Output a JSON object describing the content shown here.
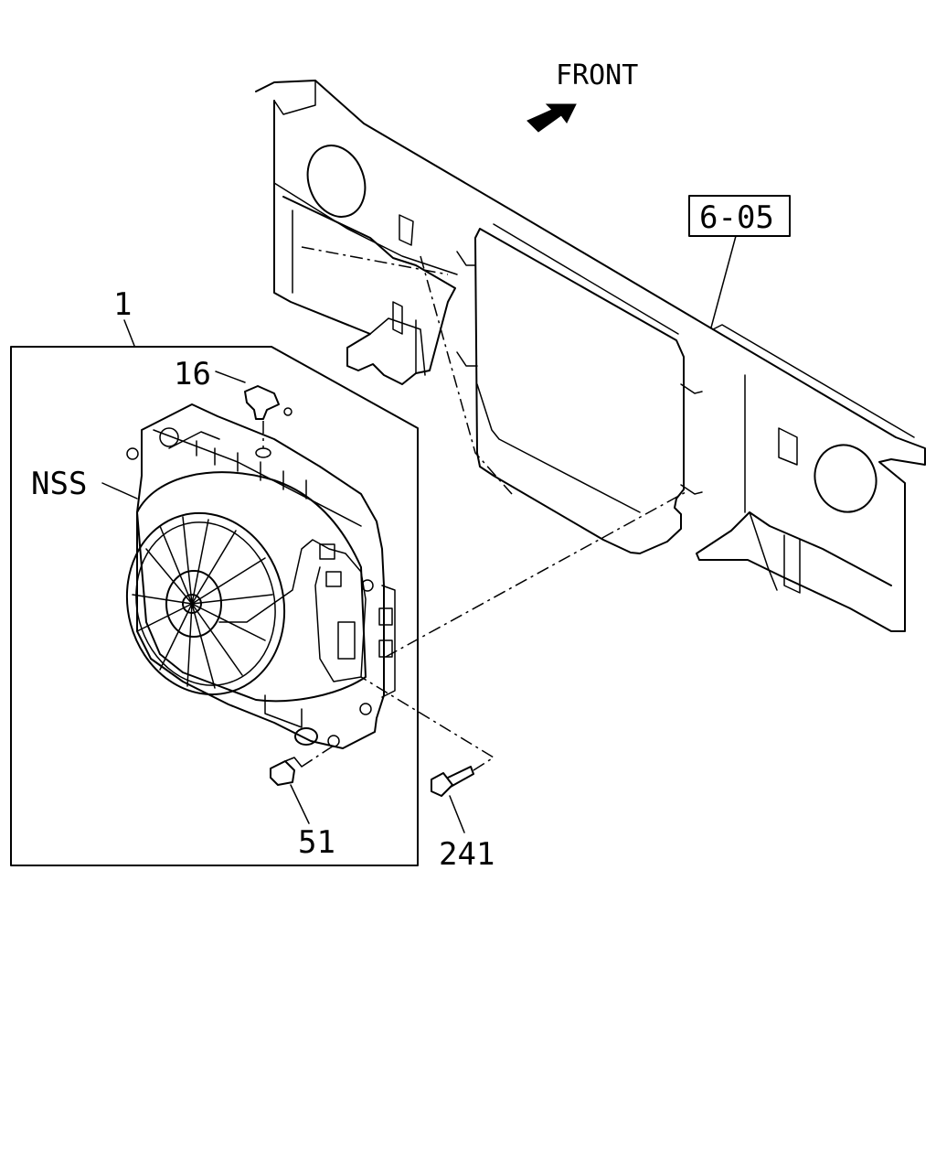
{
  "direction": {
    "label": "FRONT"
  },
  "callouts": {
    "ref": "6-05",
    "assembly": "1",
    "sensor": "16",
    "nss": "NSS",
    "drain_plug": "51",
    "bolt": "241"
  }
}
